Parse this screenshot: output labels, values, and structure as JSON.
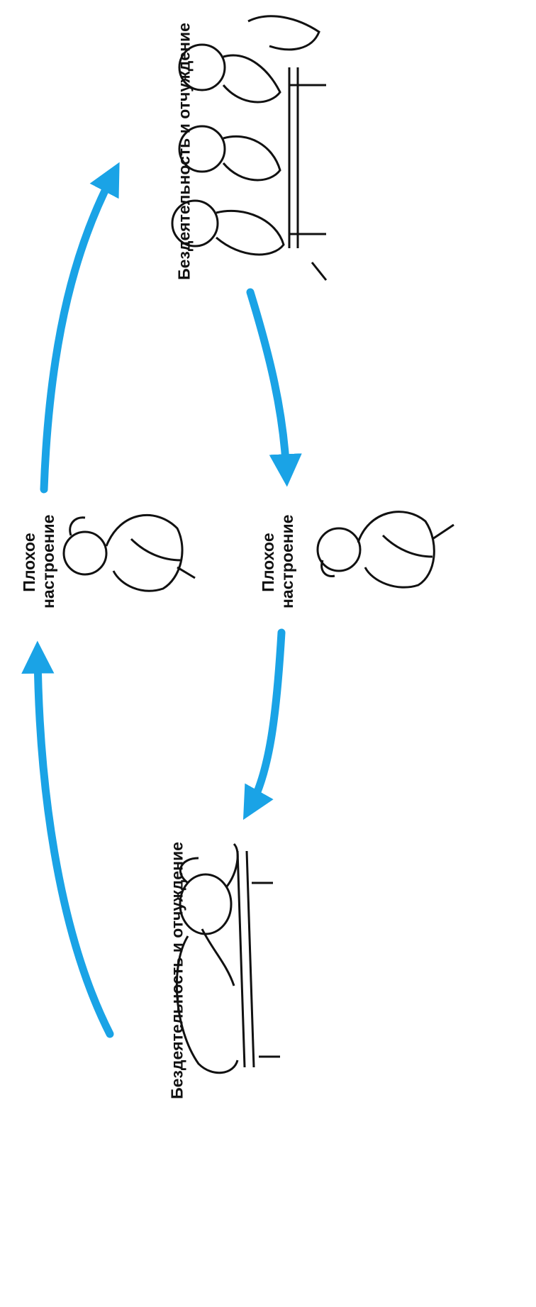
{
  "colors": {
    "arrow": "#1aa3e6",
    "ink": "#111111"
  },
  "labels": {
    "top_right": "Бездеятельность и отчуждение",
    "mid_left_line1": "Плохое",
    "mid_left_line2": "настроение",
    "mid_right_line1": "Плохое",
    "mid_right_line2": "настроение",
    "bottom_left": "Бездеятельность и отчуждение"
  }
}
